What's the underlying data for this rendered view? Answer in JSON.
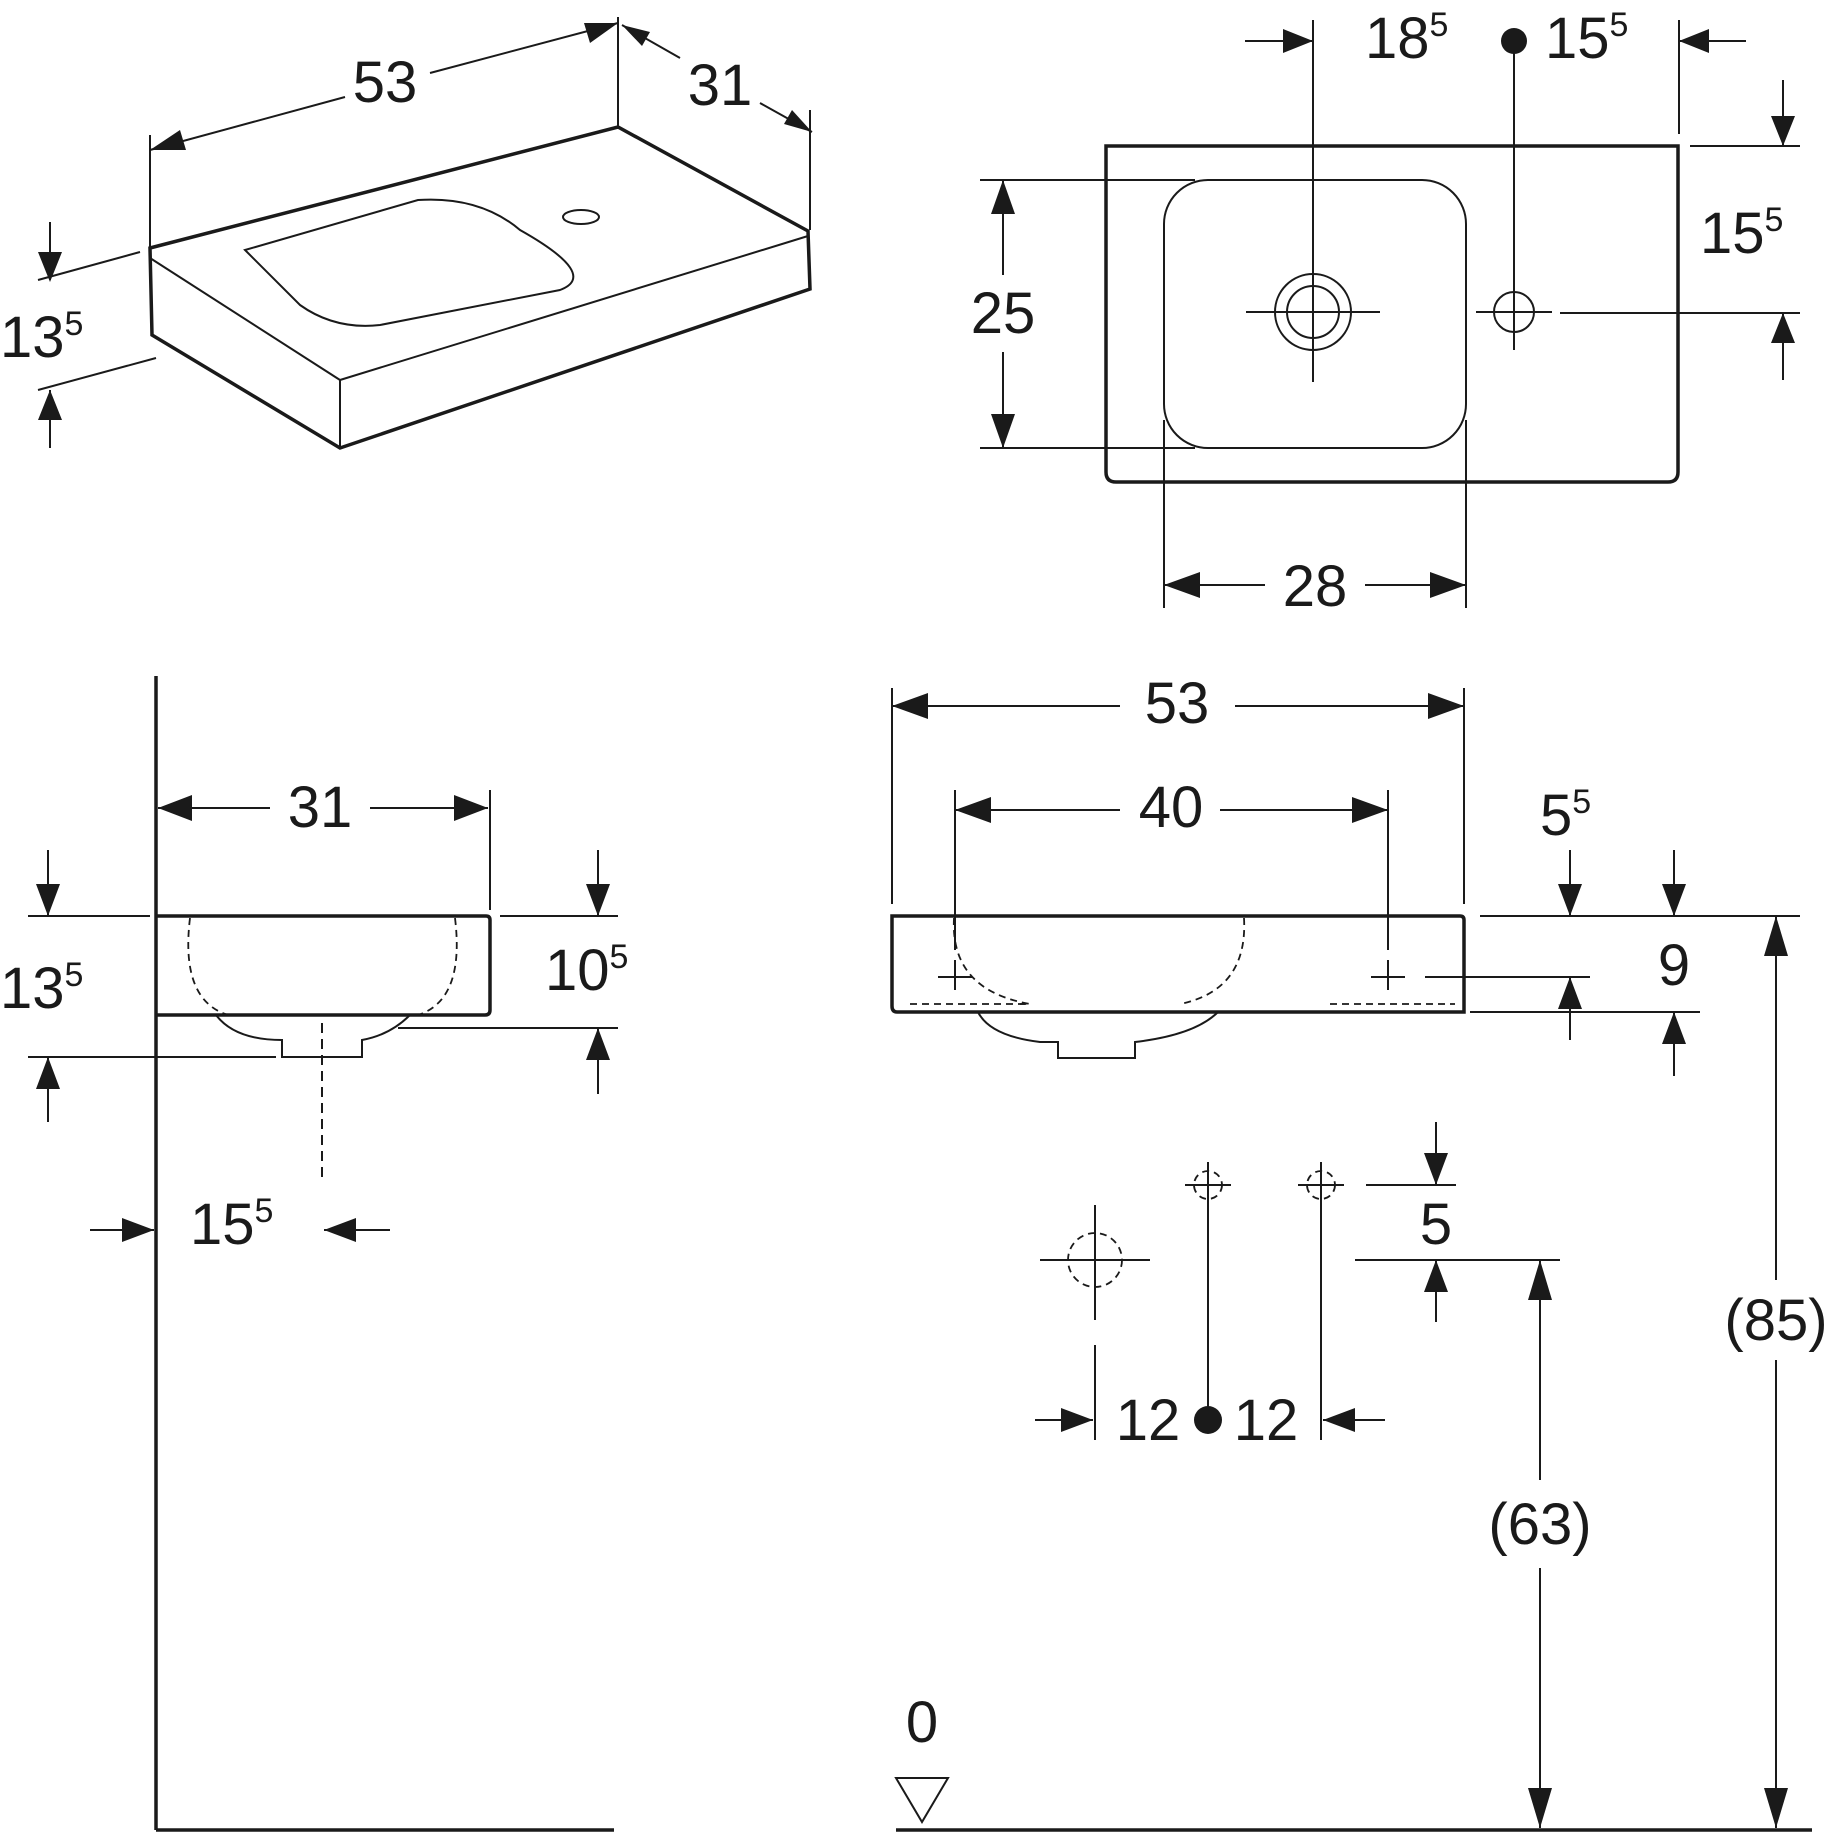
{
  "views": {
    "isometric": {
      "length": "53",
      "depth": "31",
      "height_main": "13",
      "height_sup": "5"
    },
    "top": {
      "tap_offset_main": "18",
      "tap_offset_sup": "5",
      "tap_gap_main": "15",
      "tap_gap_sup": "5",
      "hole_from_back_main": "15",
      "hole_from_back_sup": "5",
      "bowl_depth": "25",
      "bowl_width": "28"
    },
    "side": {
      "depth": "31",
      "height_main": "13",
      "height_sup": "5",
      "front_height_main": "10",
      "front_height_sup": "5",
      "drain_from_wall_main": "15",
      "drain_from_wall_sup": "5"
    },
    "front": {
      "length": "53",
      "fixing_spacing": "40",
      "fix_height_main": "5",
      "fix_height_sup": "5",
      "fix_from_bottom": "9",
      "supply_offset": "5",
      "supply_left": "12",
      "supply_right": "12",
      "rim_height": "(85)",
      "supply_height": "(63)",
      "floor_level": "0"
    }
  },
  "colors": {
    "line": "#1a1a1a",
    "background": "#ffffff"
  }
}
